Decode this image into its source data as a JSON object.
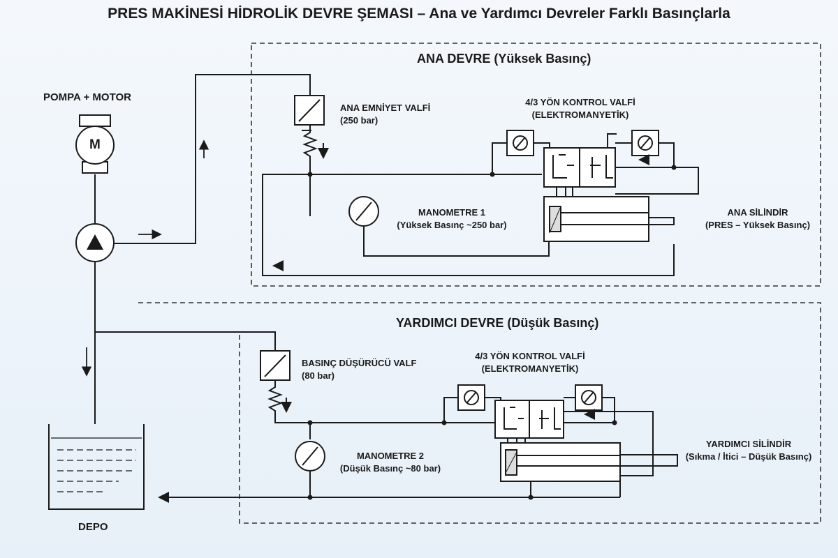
{
  "title": "PRES MAKİNESİ HİDROLİK DEVRE ŞEMASI – Ana ve Yardımcı Devreler Farklı Basınçlarla",
  "pump": {
    "label": "POMPA + MOTOR",
    "motor_symbol": "M"
  },
  "tank": {
    "label": "DEPO"
  },
  "main_circuit": {
    "title": "ANA DEVRE (Yüksek Basınç)",
    "relief_valve": {
      "name": "ANA EMNİYET VALFİ",
      "setting": "(250 bar)"
    },
    "dcv": {
      "name": "4/3 YÖN KONTROL VALFİ",
      "type": "(ELEKTROMANYETİK)"
    },
    "gauge": {
      "name": "MANOMETRE 1",
      "reading": "(Yüksek Basınç ~250 bar)"
    },
    "cylinder": {
      "name": "ANA SİLİNDİR",
      "desc": "(PRES – Yüksek Basınç)"
    }
  },
  "aux_circuit": {
    "title": "YARDIMCI DEVRE (Düşük Basınç)",
    "reducing_valve": {
      "name": "BASINÇ DÜŞÜRÜCÜ VALF",
      "setting": "(80 bar)"
    },
    "dcv": {
      "name": "4/3 YÖN KONTROL VALFİ",
      "type": "(ELEKTROMANYETİK)"
    },
    "gauge": {
      "name": "MANOMETRE 2",
      "reading": "(Düşük Basınç ~80 bar)"
    },
    "cylinder": {
      "name": "YARDIMCI SİLİNDİR",
      "desc": "(Sıkma / İtici – Düşük Basınç)"
    }
  },
  "colors": {
    "line": "#1a1a1a",
    "background": "#eef4fa",
    "dashed_box": "#333333"
  }
}
